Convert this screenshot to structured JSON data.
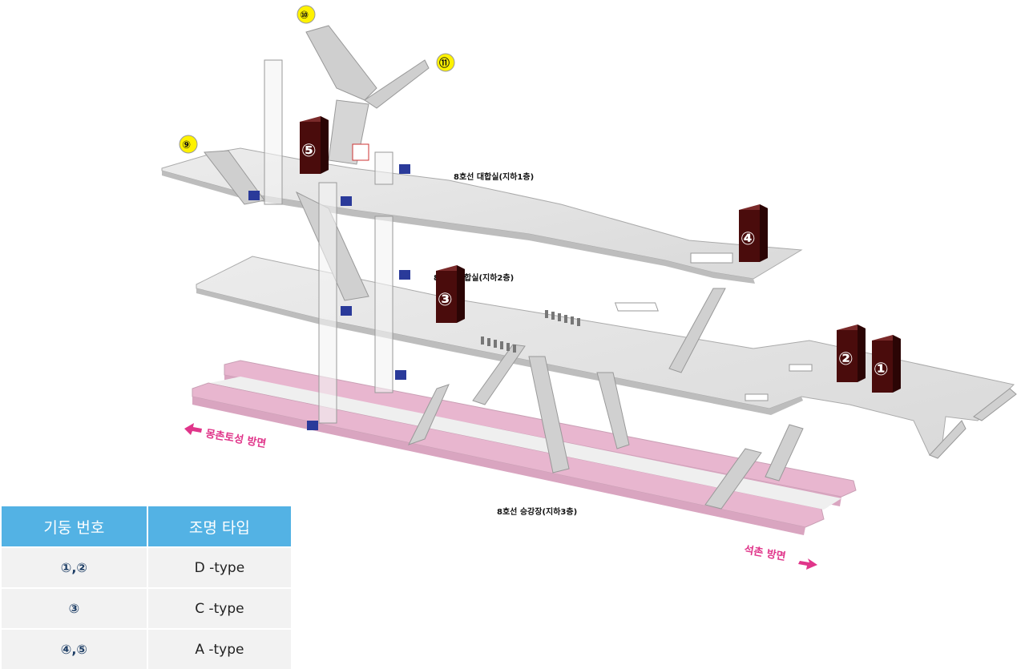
{
  "floors": {
    "b1": "8호선 대합실(지하1층)",
    "b2": "8호선 대합실(지하2층)",
    "b3": "8호선 승강장(지하3층)"
  },
  "directions": {
    "left": "몽촌토성 방면",
    "right": "석촌 방면"
  },
  "exits": [
    "⑨",
    "⑩",
    "⑪"
  ],
  "pillars": [
    "①",
    "②",
    "③",
    "④",
    "⑤"
  ],
  "colors": {
    "pillar": "#4a0c0c",
    "platform": "#e8b6cf",
    "floor": "#e3e3e3",
    "direction_text": "#e0358a",
    "exit_badge": "#fff200",
    "table_header": "#53b2e4"
  },
  "legend": {
    "headers": [
      "기둥 번호",
      "조명 타입"
    ],
    "rows": [
      {
        "pillars": "①,②",
        "type": "D -type"
      },
      {
        "pillars": "③",
        "type": "C -type"
      },
      {
        "pillars": "④,⑤",
        "type": "A -type"
      }
    ]
  }
}
